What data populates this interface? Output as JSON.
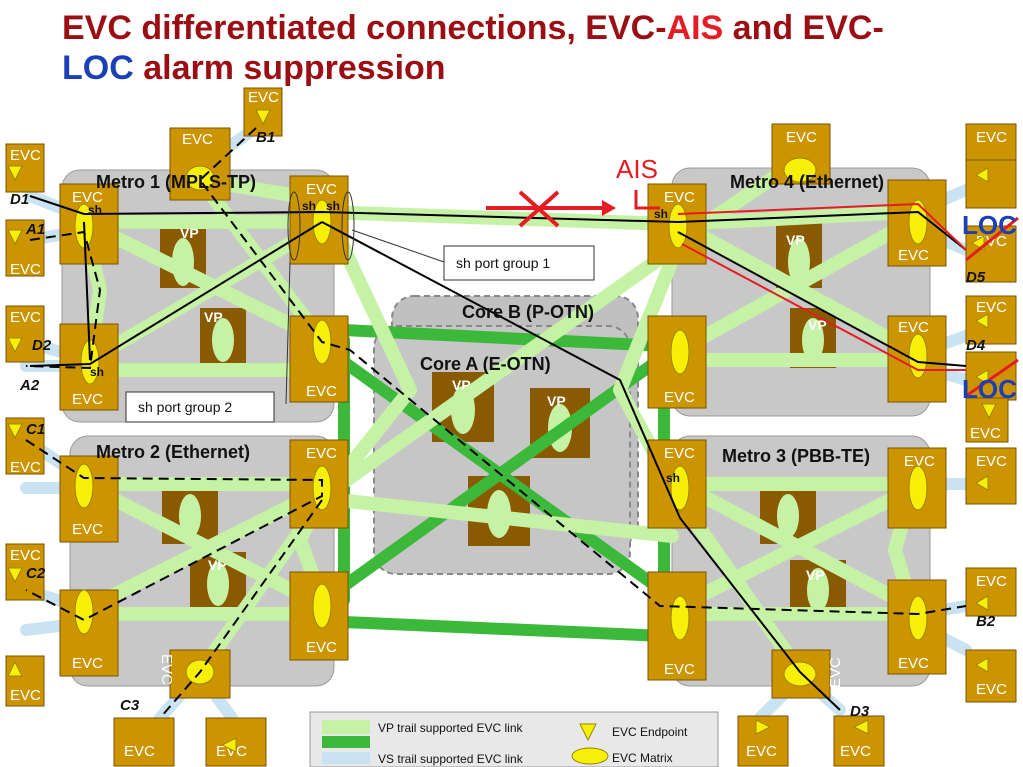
{
  "title": {
    "part1": "EVC differentiated connections, EVC-",
    "ais": "AIS",
    "part2": " and EVC-",
    "loc": "LOC",
    "part3": " alarm suppression"
  },
  "regions": {
    "metro1": "Metro 1 (MPLS-TP)",
    "metro2": "Metro 2 (Ethernet)",
    "metro3": "Metro 3 (PBB-TE)",
    "metro4": "Metro 4 (Ethernet)",
    "coreB": "Core B (P-OTN)",
    "coreA": "Core A (E-OTN)"
  },
  "node_label": "EVC",
  "vp_label": "VP",
  "sh_label": "sh",
  "endpoints": [
    "A1",
    "A2",
    "B1",
    "B2",
    "C1",
    "C2",
    "C3",
    "D1",
    "D2",
    "D3",
    "D4",
    "D5"
  ],
  "callouts": {
    "group1": "sh port group 1",
    "group2": "sh port group 2"
  },
  "alarms": {
    "ais": "AIS",
    "loc": "LOC"
  },
  "legend": {
    "vp_trail": "VP trail supported EVC link",
    "vs_trail": "VS trail supported EVC link",
    "endpoint": "EVC Endpoint",
    "matrix": "EVC Matrix"
  },
  "colors": {
    "node": "#cc9500",
    "vp_box": "#8a5a00",
    "light_link": "#c6f2a6",
    "dark_link": "#3cb93a",
    "access_link": "#c9e3f3",
    "matrix": "#f8ef08",
    "alarm_red": "#e51c23",
    "loc_blue": "#1b3fb5"
  }
}
